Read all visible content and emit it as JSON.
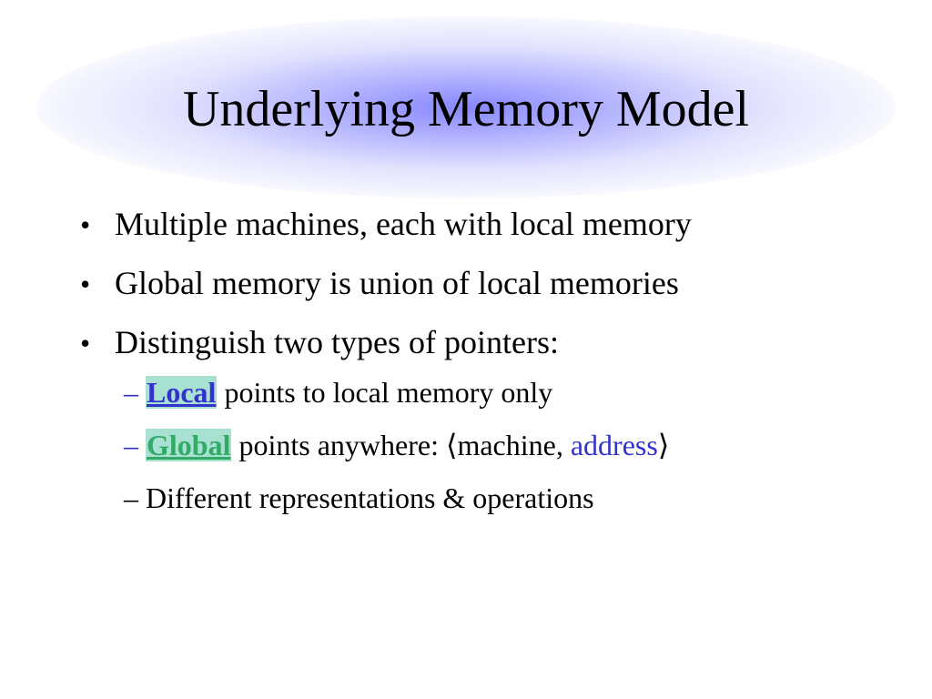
{
  "slide": {
    "title": "Underlying Memory Model",
    "bullets": [
      "Multiple machines, each with local memory",
      "Global memory is union of local memories",
      "Distinguish two types of pointers:"
    ],
    "subpoints": {
      "local": {
        "dash": "–",
        "term": "Local",
        "rest": "points to local memory only"
      },
      "global": {
        "dash": "–",
        "term": "Global",
        "rest": "points anywhere: ⟨machine, ",
        "address": "address",
        "close": "⟩"
      },
      "different": {
        "text": "– Different representations & operations"
      }
    },
    "bullet_char": "•",
    "colors": {
      "title_glow": "#8080ff",
      "term_highlight": "#a8e0d2",
      "local_term": "#3333cc",
      "global_term": "#33aa66",
      "address": "#3333cc"
    }
  }
}
